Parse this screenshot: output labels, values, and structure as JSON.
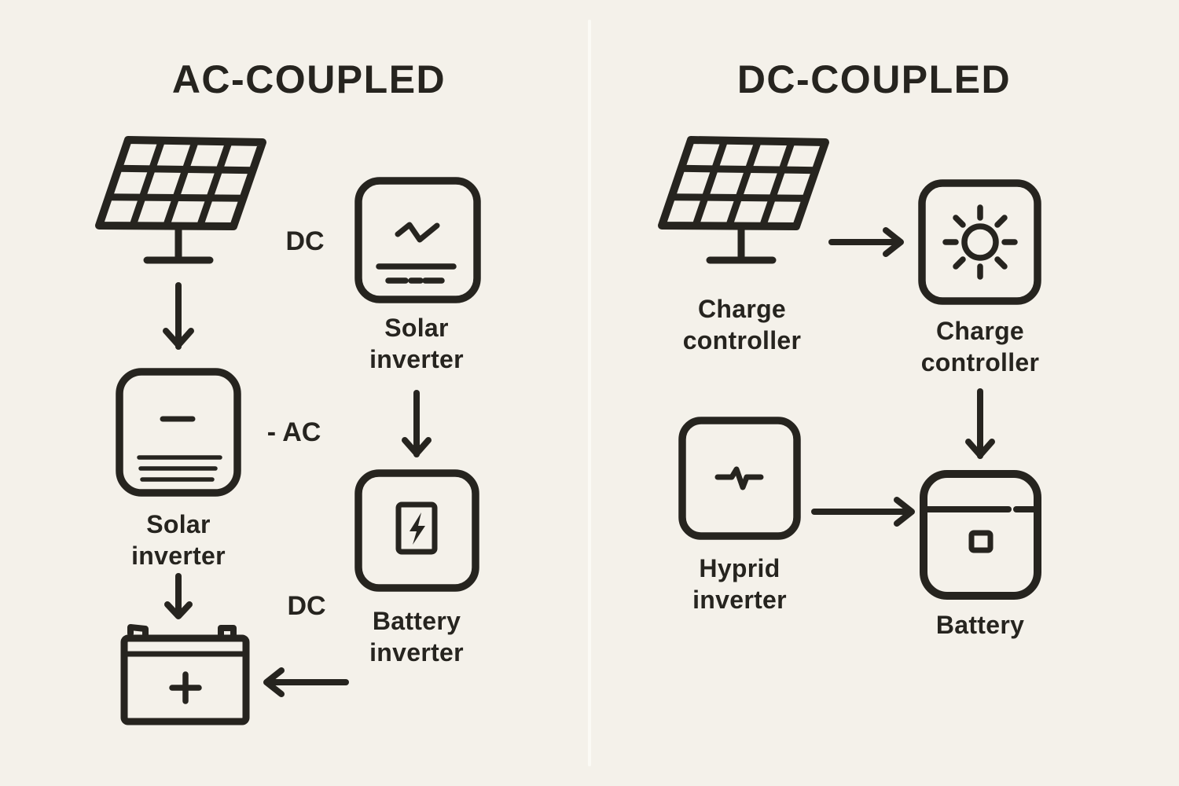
{
  "colors": {
    "background": "#f4f1ea",
    "ink": "#26241f",
    "divider": "#fbfaf5"
  },
  "left": {
    "title": "AC-COUPLED",
    "dc_top_label": "DC",
    "ac_label": "- AC",
    "dc_bottom_label": "DC",
    "solar_inverter_top_label": "Solar\ninverter",
    "solar_inverter_side_label": "Solar\ninverter",
    "battery_inverter_label": "Battery\ninverter"
  },
  "right": {
    "title": "DC-COUPLED",
    "panel_label": "Charge\ncontroller",
    "charge_controller_label": "Charge\ncontroller",
    "hybrid_inverter_label": "Hyprid\ninverter",
    "battery_label": "Battery"
  }
}
